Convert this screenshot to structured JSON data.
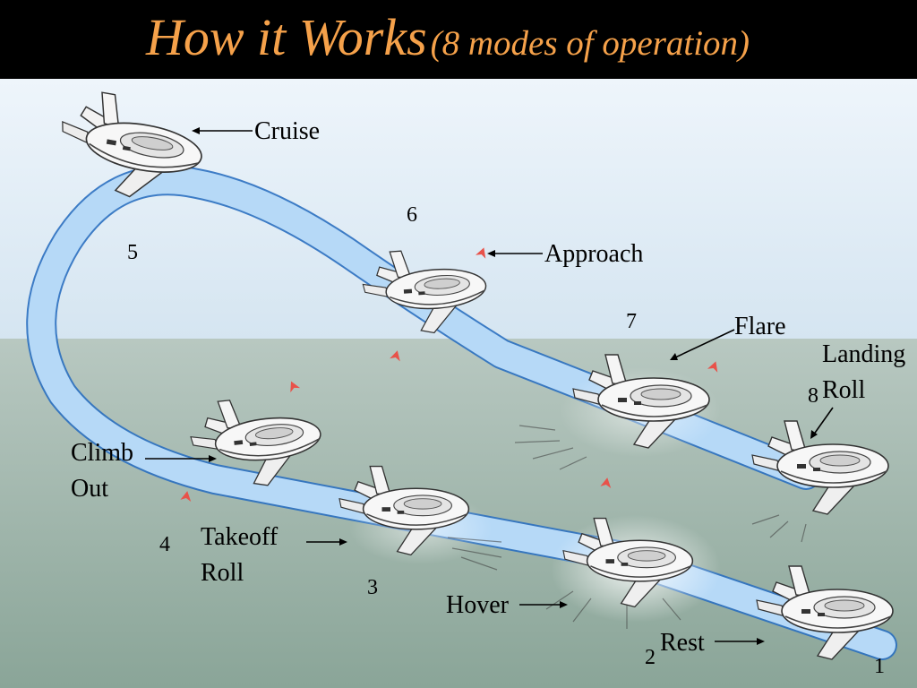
{
  "title": {
    "main": "How it Works",
    "sub": "(8 modes of operation)"
  },
  "colors": {
    "title": "#f5a14a",
    "sky_top": "#e9f1f8",
    "sky_bottom": "#d8e7f2",
    "water_top": "#b5c6bf",
    "water_bottom": "#8ea89d",
    "path": "#a9d1f5",
    "path_edge": "#2a6fc0",
    "aircraft": "#f4f4f4",
    "marker": "#e8524a"
  },
  "modes": [
    {
      "number": "1",
      "label": "Rest"
    },
    {
      "number": "2",
      "label": "Hover"
    },
    {
      "number": "3",
      "label": "Takeoff\nRoll"
    },
    {
      "number": "4",
      "label": "Climb\nOut"
    },
    {
      "number": "5",
      "label": "Cruise"
    },
    {
      "number": "6",
      "label": "Approach"
    },
    {
      "number": "7",
      "label": "Flare"
    },
    {
      "number": "8",
      "label": "Landing\nRoll"
    }
  ],
  "labels": {
    "cruise": "Cruise",
    "approach": "Approach",
    "flare": "Flare",
    "landing_l1": "Landing",
    "landing_l2": "Roll",
    "climb_l1": "Climb",
    "climb_l2": "Out",
    "takeoff_l1": "Takeoff",
    "takeoff_l2": "Roll",
    "hover": "Hover",
    "rest": "Rest"
  },
  "numbers": {
    "n1": "1",
    "n2": "2",
    "n3": "3",
    "n4": "4",
    "n5": "5",
    "n6": "6",
    "n7": "7",
    "n8": "8"
  }
}
